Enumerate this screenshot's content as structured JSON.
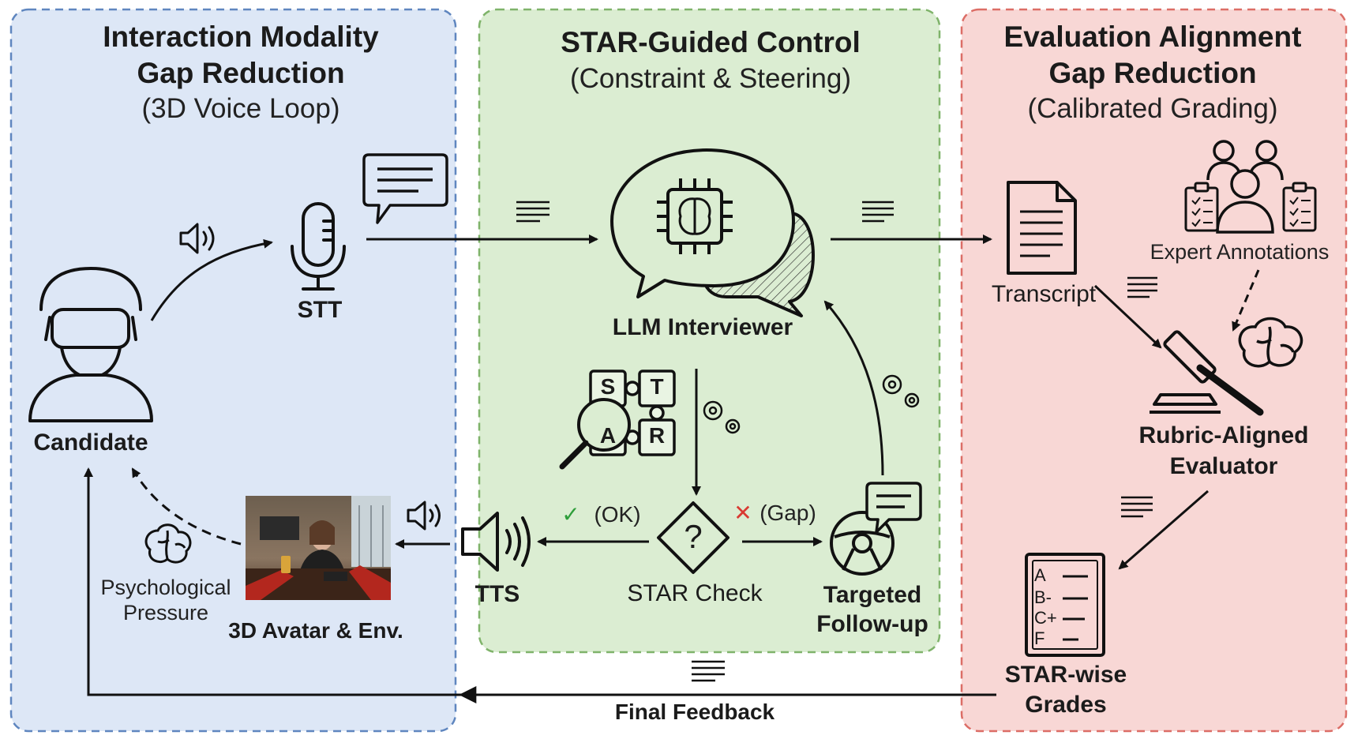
{
  "colors": {
    "left_panel_fill": "#dde7f6",
    "left_panel_border": "#5f86bf",
    "middle_panel_fill": "#dbedd2",
    "middle_panel_border": "#7fb36a",
    "right_panel_fill": "#f8d7d5",
    "right_panel_border": "#dc6d66",
    "ok_check": "#2e9e3a",
    "gap_cross": "#d93a32"
  },
  "panels": {
    "left": {
      "title_line1": "Interaction Modality",
      "title_line2": "Gap Reduction",
      "subtitle": "(3D Voice Loop)"
    },
    "middle": {
      "title": "STAR-Guided Control",
      "subtitle": "(Constraint & Steering)"
    },
    "right": {
      "title_line1": "Evaluation Alignment",
      "title_line2": "Gap Reduction",
      "subtitle": "(Calibrated Grading)"
    }
  },
  "nodes": {
    "candidate": "Candidate",
    "stt": "STT",
    "llm": "LLM Interviewer",
    "transcript": "Transcript",
    "experts": "Expert Annotations",
    "evaluator_line1": "Rubric-Aligned",
    "evaluator_line2": "Evaluator",
    "grades_line1": "STAR-wise",
    "grades_line2": "Grades",
    "star_check": "STAR Check",
    "followup_line1": "Targeted",
    "followup_line2": "Follow-up",
    "tts": "TTS",
    "avatar": "3D Avatar & Env.",
    "pressure_line1": "Psychological",
    "pressure_line2": "Pressure",
    "final_feedback": "Final Feedback"
  },
  "branches": {
    "ok": "(OK)",
    "gap": "(Gap)"
  },
  "star_letters": [
    "S",
    "T",
    "A",
    "R"
  ],
  "grade_letters": [
    "A",
    "B-",
    "C+",
    "F"
  ],
  "icons": [
    "vr-headset-user-icon",
    "speaker-icon",
    "microphone-icon",
    "chat-bubble-icon",
    "ai-brain-chip-icon",
    "star-puzzle-icon",
    "magnifier-icon",
    "gears-icon",
    "diamond-question-icon",
    "steering-wheel-icon",
    "document-icon",
    "expert-group-icon",
    "clipboard-icon",
    "gavel-icon",
    "brain-icon",
    "grade-sheet-icon",
    "text-lines-icon",
    "avatar-scene-image"
  ]
}
